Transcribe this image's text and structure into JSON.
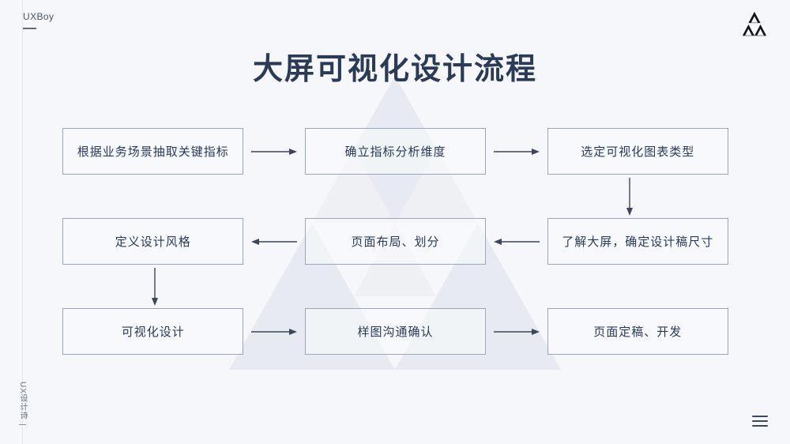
{
  "brand": {
    "name": "UXBoy",
    "logo_icon": "triangle-fractal-logo"
  },
  "title": "大屏可视化设计流程",
  "colors": {
    "background": "#f5f7fa",
    "title_text": "#2b3a55",
    "node_border": "#9aa5b5",
    "node_text": "#2b3a55",
    "arrow": "#3c4656",
    "watermark": "#e8ebf0"
  },
  "flow": {
    "rows": [
      {
        "nodes": [
          {
            "label": "根据业务场景抽取关键指标"
          },
          {
            "label": "确立指标分析维度"
          },
          {
            "label": "选定可视化图表类型"
          }
        ],
        "connectors": [
          "arrow-right",
          "arrow-right"
        ]
      },
      {
        "nodes": [
          {
            "label": "定义设计风格"
          },
          {
            "label": "页面布局、划分"
          },
          {
            "label": "了解大屏，确定设计稿尺寸"
          }
        ],
        "connectors": [
          "arrow-left",
          "arrow-left"
        ]
      },
      {
        "nodes": [
          {
            "label": "可视化设计"
          },
          {
            "label": "样图沟通确认"
          },
          {
            "label": "页面定稿、开发"
          }
        ],
        "connectors": [
          "arrow-right",
          "arrow-right"
        ]
      }
    ],
    "vertical_connectors": [
      {
        "name": "arrow-down-right-column",
        "between": "选定可视化图表类型 → 了解大屏，确定设计稿尺寸"
      },
      {
        "name": "arrow-down-left-column",
        "between": "定义设计风格 → 可视化设计"
      }
    ]
  },
  "footer": {
    "side_label": "UX设计诗",
    "menu_icon": "hamburger-menu-icon"
  }
}
